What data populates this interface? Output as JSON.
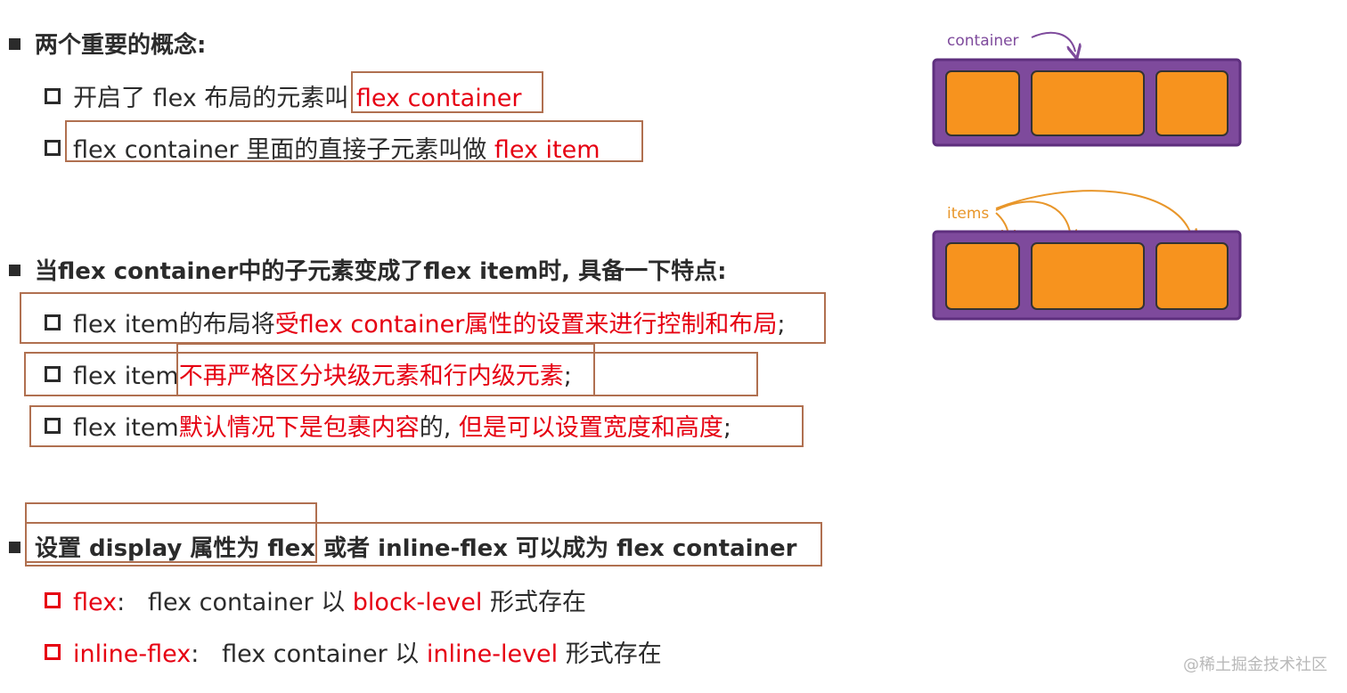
{
  "section1": {
    "title": "两个重要的概念:",
    "items": [
      {
        "text": "开启了 flex 布局的元素叫 ",
        "highlight": "flex container"
      },
      {
        "text": "flex container 里面的直接子元素叫做 ",
        "highlight": "flex item"
      }
    ]
  },
  "section2": {
    "title": "当flex container中的子元素变成了flex item时, 具备一下特点:",
    "items": [
      {
        "prefix": "flex item的布局将",
        "highlight": "受flex container属性的设置来进行控制和布局",
        "suffix": ";"
      },
      {
        "prefix": "flex item",
        "highlight": "不再严格区分块级元素和行内级元素",
        "suffix": ";"
      },
      {
        "prefix": "flex item",
        "highlight": "默认情况下是包裹内容",
        "middle": "的, ",
        "highlight2": "但是可以设置宽度和高度",
        "suffix": ";"
      }
    ]
  },
  "section3": {
    "title_a": "设置 display 属性为 flex",
    "title_b": " 或者 inline-flex 可以成为 flex container",
    "items": [
      {
        "key": "flex",
        "sep": ":   flex container 以 ",
        "level": "block-level",
        "tail": " 形式存在"
      },
      {
        "key": "inline-flex",
        "sep": ":   flex container 以 ",
        "level": "inline-level",
        "tail": " 形式存在"
      }
    ]
  },
  "diagram": {
    "container_label": "container",
    "items_label": "items"
  },
  "watermark": "@稀土掘金技术社区",
  "colors": {
    "accent_red": "#e60012",
    "box_border": "#b07050",
    "purple": "#7e4a9c",
    "orange": "#f7931e"
  }
}
